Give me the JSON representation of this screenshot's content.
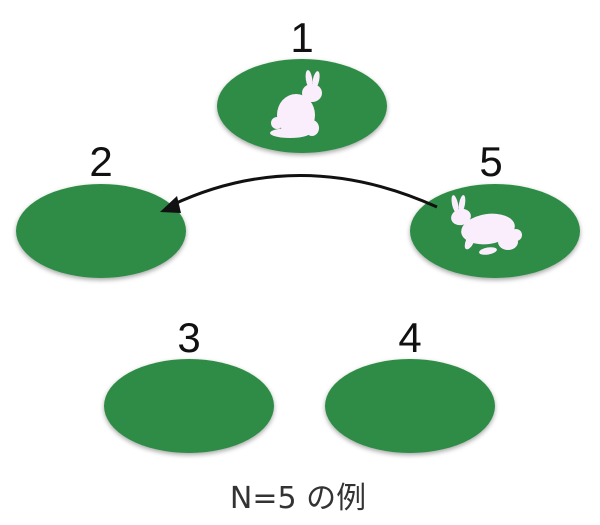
{
  "diagram": {
    "caption": "N=5 の例",
    "colors": {
      "field": "#2f8c46",
      "rabbit": "#fbeefc",
      "arrow": "#111111"
    },
    "fields": [
      {
        "id": "field-1",
        "label": "1",
        "has_rabbit": true,
        "rabbit_pose": "sitting"
      },
      {
        "id": "field-2",
        "label": "2",
        "has_rabbit": false
      },
      {
        "id": "field-3",
        "label": "3",
        "has_rabbit": false
      },
      {
        "id": "field-4",
        "label": "4",
        "has_rabbit": false
      },
      {
        "id": "field-5",
        "label": "5",
        "has_rabbit": true,
        "rabbit_pose": "running"
      }
    ],
    "arrow": {
      "from": "5",
      "to": "2"
    },
    "icons": [
      "sitting-rabbit-icon",
      "running-rabbit-icon",
      "arrow-head-icon"
    ]
  }
}
